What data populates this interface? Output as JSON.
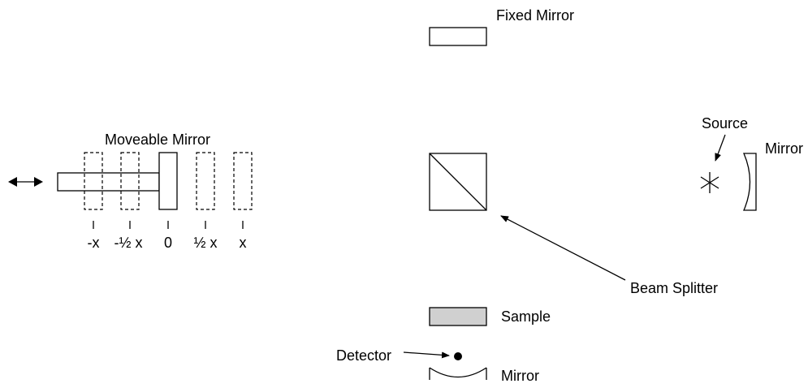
{
  "labels": {
    "fixed_mirror": "Fixed Mirror",
    "moveable_mirror": "Moveable Mirror",
    "source": "Source",
    "source_mirror": "Mirror",
    "beam_splitter": "Beam Splitter",
    "sample": "Sample",
    "detector": "Detector",
    "detector_mirror": "Mirror"
  },
  "positions": [
    "-x",
    "-½ x",
    "0",
    "½ x",
    "x"
  ],
  "colors": {
    "line": "#000000",
    "sample_fill": "#d0d0d0",
    "background": "#ffffff"
  }
}
